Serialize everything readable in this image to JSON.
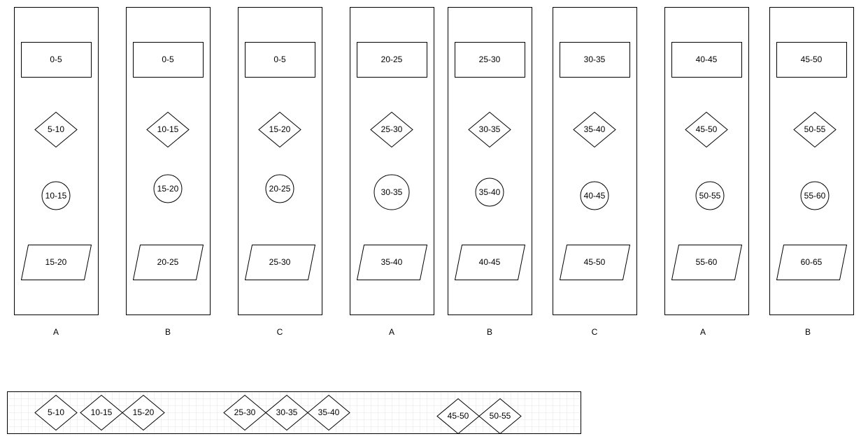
{
  "colors": {
    "stroke": "#000000",
    "fill": "#ffffff",
    "grid": "#e6e6e6"
  },
  "columns": [
    {
      "label": "A",
      "shapes": [
        "0-5",
        "5-10",
        "10-15",
        "15-20"
      ]
    },
    {
      "label": "B",
      "shapes": [
        "0-5",
        "10-15",
        "15-20",
        "20-25"
      ]
    },
    {
      "label": "C",
      "shapes": [
        "0-5",
        "15-20",
        "20-25",
        "25-30"
      ]
    },
    {
      "label": "A",
      "shapes": [
        "20-25",
        "25-30",
        "30-35",
        "35-40"
      ]
    },
    {
      "label": "B",
      "shapes": [
        "25-30",
        "30-35",
        "35-40",
        "40-45"
      ]
    },
    {
      "label": "C",
      "shapes": [
        "30-35",
        "35-40",
        "40-45",
        "45-50"
      ]
    },
    {
      "label": "A",
      "shapes": [
        "40-45",
        "45-50",
        "50-55",
        "55-60"
      ]
    },
    {
      "label": "B",
      "shapes": [
        "45-50",
        "50-55",
        "55-60",
        "60-65"
      ]
    }
  ],
  "shape_kinds": [
    "rectangle",
    "diamond",
    "circle",
    "parallelogram"
  ],
  "bottom_diamonds": [
    "5-10",
    "10-15",
    "15-20",
    "25-30",
    "30-35",
    "35-40",
    "45-50",
    "50-55"
  ]
}
